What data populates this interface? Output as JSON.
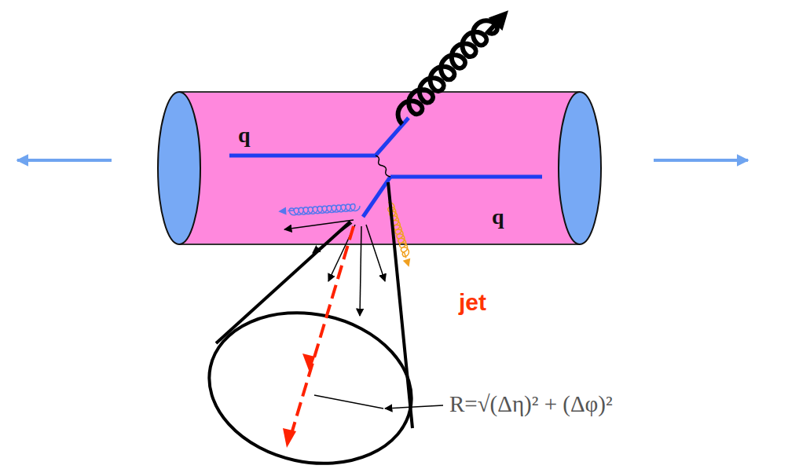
{
  "diagram": {
    "labels": [
      "q",
      "q",
      "jet",
      "R=√(Δη)² + (Δφ)²"
    ]
  }
}
